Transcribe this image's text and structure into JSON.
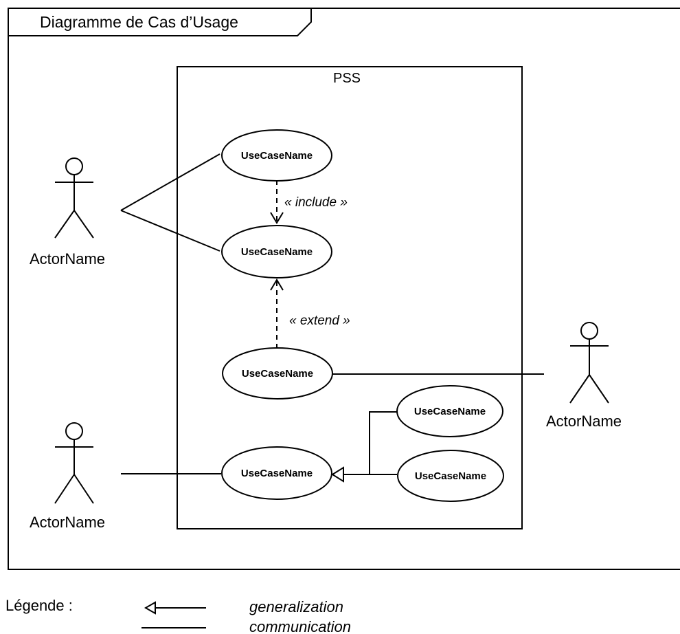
{
  "frame": {
    "title": "Diagramme de Cas d’Usage"
  },
  "system": {
    "name": "PSS"
  },
  "actors": [
    {
      "label": "ActorName"
    },
    {
      "label": "ActorName"
    },
    {
      "label": "ActorName"
    }
  ],
  "use_cases": [
    {
      "label": "UseCaseName"
    },
    {
      "label": "UseCaseName"
    },
    {
      "label": "UseCaseName"
    },
    {
      "label": "UseCaseName"
    },
    {
      "label": "UseCaseName"
    },
    {
      "label": "UseCaseName"
    }
  ],
  "relations": {
    "include_label": "« include »",
    "extend_label": "« extend »"
  },
  "legend": {
    "title": "Légende :",
    "generalization": "generalization",
    "communication": "communication"
  }
}
